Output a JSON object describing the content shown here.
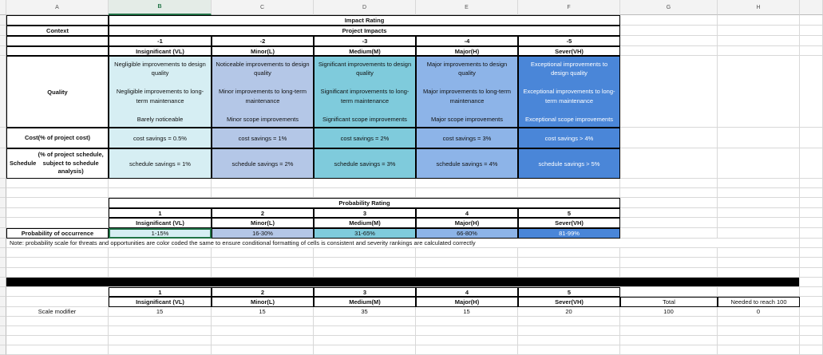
{
  "columns": [
    "A",
    "B",
    "C",
    "D",
    "E",
    "F",
    "G",
    "H"
  ],
  "selected_column": "B",
  "impact": {
    "title": "Impact Rating",
    "subtitle": "Project Impacts",
    "context_label": "Context",
    "levels": [
      {
        "score": "-1",
        "name": "Insignificant (VL)",
        "quality": [
          "Negligible improvements to design quality",
          "Negligible improvements to long-term maintenance",
          "Barely noticeable"
        ],
        "cost": "cost savings = 0.5%",
        "schedule": "schedule savings = 1%"
      },
      {
        "score": "-2",
        "name": "Minor(L)",
        "quality": [
          "Noticeable improvements to design quality",
          "Minor improvements to long-term maintenance",
          "Minor scope improvements"
        ],
        "cost": "cost savings = 1%",
        "schedule": "schedule savings = 2%"
      },
      {
        "score": "-3",
        "name": "Medium(M)",
        "quality": [
          "Significant improvements to design quality",
          "Significant improvements to long-term maintenance",
          "Significant scope improvements"
        ],
        "cost": "cost savings = 2%",
        "schedule": "schedule savings = 3%"
      },
      {
        "score": "-4",
        "name": "Major(H)",
        "quality": [
          "Major improvements to design quality",
          "Major improvements to long-term maintenance",
          "Major scope improvements"
        ],
        "cost": "cost savings = 3%",
        "schedule": "schedule savings = 4%"
      },
      {
        "score": "-5",
        "name": "Sever(VH)",
        "quality": [
          "Exceptional improvements to design quality",
          "Exceptional improvements to long-term maintenance",
          "Exceptional scope improvements"
        ],
        "cost": "cost savings > 4%",
        "schedule": "schedule savings > 5%"
      }
    ],
    "quality_label": "Quality",
    "cost_label": "Cost",
    "cost_sub": "(% of project cost)",
    "schedule_label": "Schedule",
    "schedule_sub": "(% of project schedule, subject to schedule analysis)"
  },
  "probability": {
    "title": "Probability Rating",
    "row_label": "Probability of occurrence",
    "levels": [
      {
        "score": "1",
        "name": "Insignificant (VL)",
        "range": "1-15%"
      },
      {
        "score": "2",
        "name": "Minor(L)",
        "range": "16-30%"
      },
      {
        "score": "3",
        "name": "Medium(M)",
        "range": "31-65%"
      },
      {
        "score": "4",
        "name": "Major(H)",
        "range": "66-80%"
      },
      {
        "score": "5",
        "name": "Sever(VH)",
        "range": "81-99%"
      }
    ],
    "note": "Note: probability scale for threats and opportunities are color coded the same to ensure conditional formatting of cells is consistent and severity rankings are calculated correctly"
  },
  "scale": {
    "label": "Scale modifier",
    "levels": [
      {
        "score": "1",
        "name": "Insignificant (VL)",
        "value": "15"
      },
      {
        "score": "2",
        "name": "Minor(L)",
        "value": "15"
      },
      {
        "score": "3",
        "name": "Medium(M)",
        "value": "35"
      },
      {
        "score": "4",
        "name": "Major(H)",
        "value": "15"
      },
      {
        "score": "5",
        "name": "Sever(VH)",
        "value": "20"
      }
    ],
    "total_label": "Total",
    "total": "100",
    "needed_label": "Needed to reach 100",
    "needed": "0"
  },
  "colors": {
    "vl": "#d6eef3",
    "l": "#b4c7e7",
    "m": "#7fcbdc",
    "h": "#8db4e8",
    "vh": "#4a86d8",
    "selection": "#217346"
  }
}
